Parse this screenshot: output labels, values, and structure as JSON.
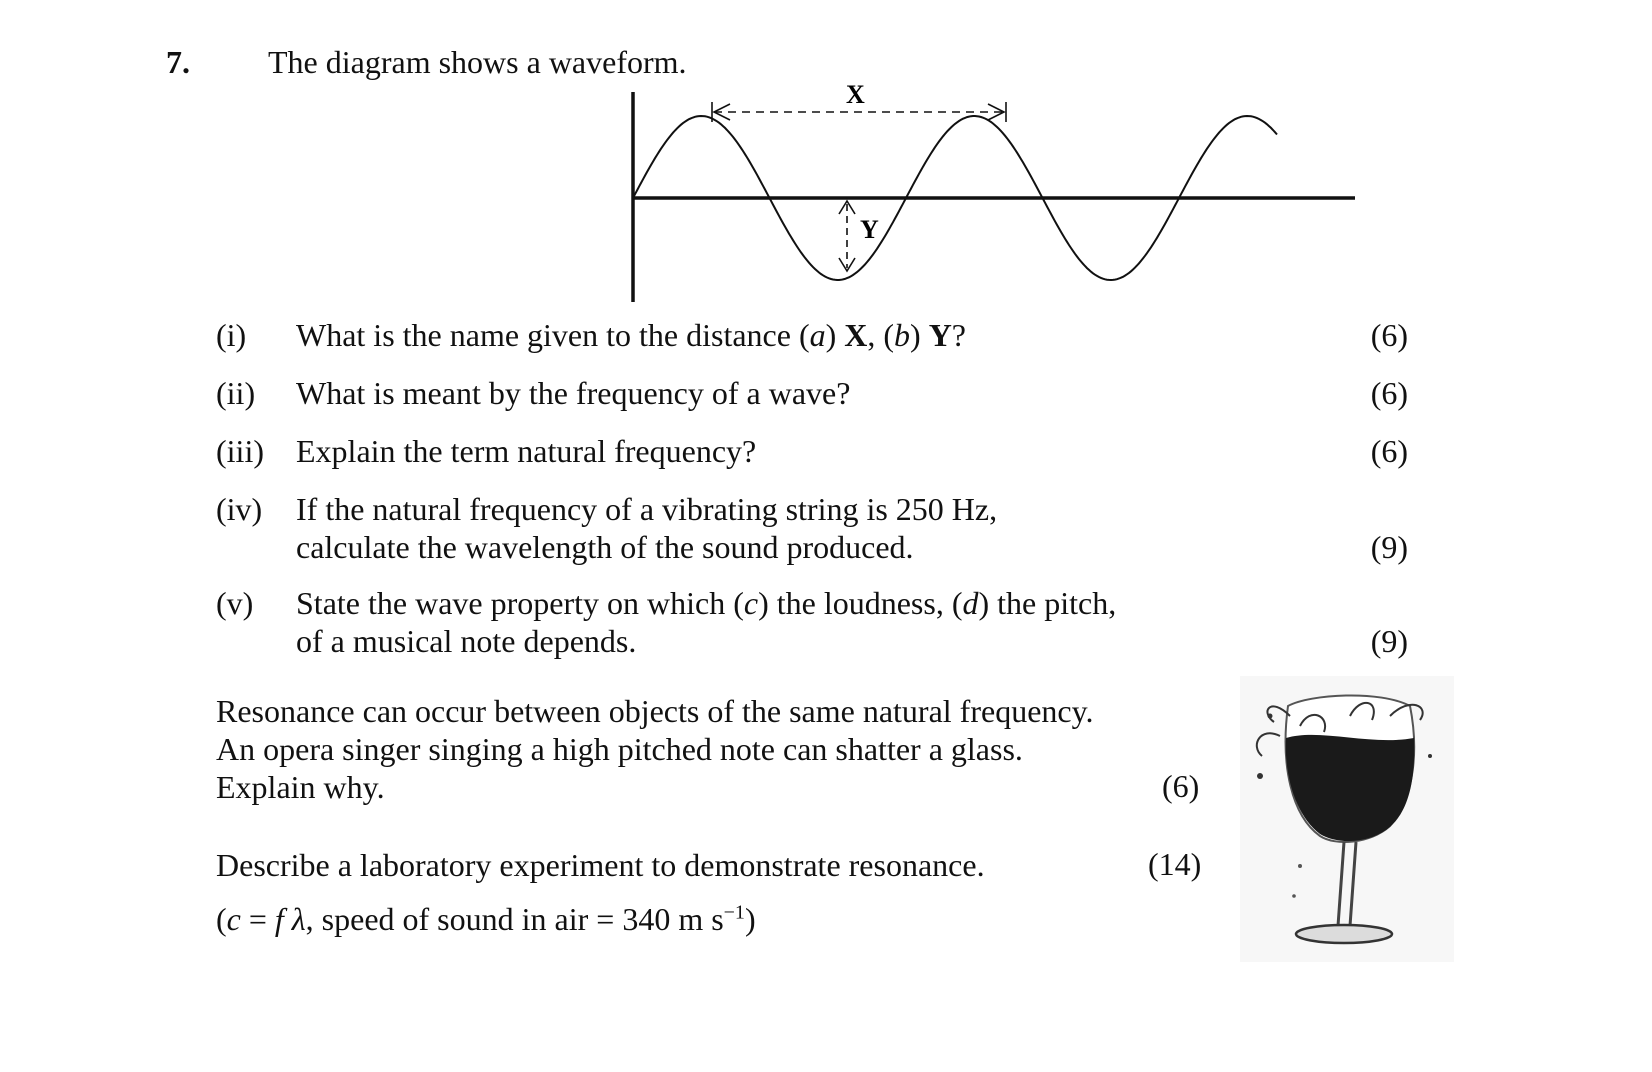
{
  "question": {
    "number": "7.",
    "intro": "The diagram shows a waveform."
  },
  "diagram": {
    "label_x": "X",
    "label_y": "Y"
  },
  "parts": [
    {
      "roman": "(i)",
      "line1": "What is the name given to the distance (a) X, (b) Y?",
      "marks": "(6)"
    },
    {
      "roman": "(ii)",
      "line1": "What is meant by the frequency of a wave?",
      "marks": "(6)"
    },
    {
      "roman": "(iii)",
      "line1": "Explain the term natural frequency?",
      "marks": "(6)"
    },
    {
      "roman": "(iv)",
      "line1": "If the natural frequency of a vibrating string is 250 Hz,",
      "line2": "calculate the wavelength of the sound produced.",
      "marks": "(9)"
    },
    {
      "roman": "(v)",
      "line1": "State the wave property on which (c) the loudness, (d) the pitch,",
      "line2": "of a musical note depends.",
      "marks": "(9)"
    }
  ],
  "resonance": {
    "line1": "Resonance can occur between objects of the same natural frequency.",
    "line2": "An opera singer singing a high pitched note can shatter a glass.",
    "line3": "Explain why.",
    "marks": "(6)"
  },
  "experiment": {
    "text": "Describe a laboratory experiment to demonstrate resonance.",
    "marks": "(14)"
  },
  "formula": {
    "lead": "(c = f λ,  speed of sound in air = 340 m s",
    "sup": "−1",
    "tail": ")"
  }
}
